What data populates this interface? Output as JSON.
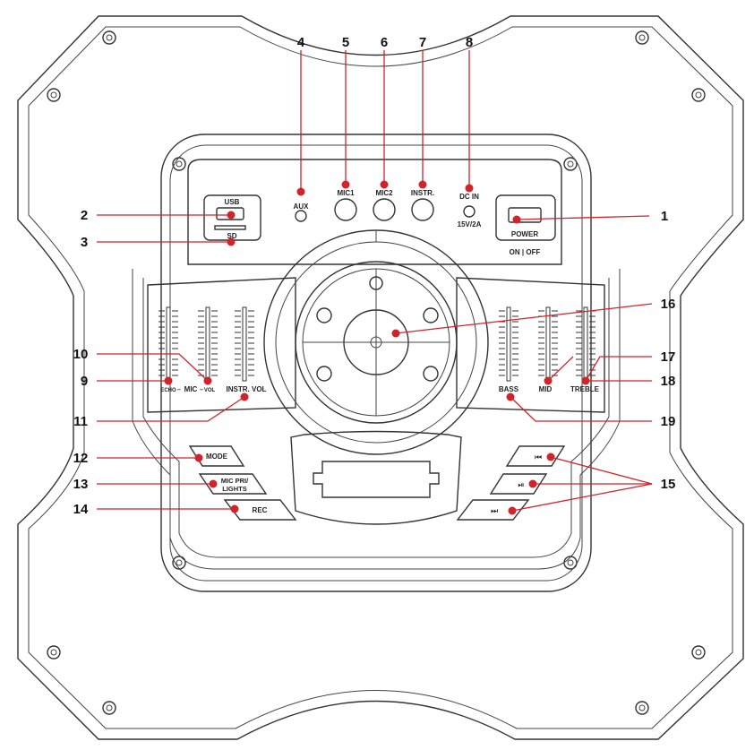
{
  "panel_labels": {
    "usb": "USB",
    "sd": "SD",
    "aux": "AUX",
    "mic1": "MIC1",
    "mic2": "MIC2",
    "instr": "INSTR.",
    "dc_in": "DC IN",
    "dc_rating": "15V/2A",
    "power": "POWER",
    "on_off": "ON  |  OFF",
    "echo": "ECHO",
    "mic": "MIC",
    "vol": "VOL",
    "instr_vol": "INSTR. VOL",
    "bass": "BASS",
    "mid": "MID",
    "treble": "TREBLE",
    "mode": "MODE",
    "mic_pri_1": "MIC PRI/",
    "mic_pri_2": "LIGHTS",
    "rec": "REC"
  },
  "callouts": {
    "n1": "1",
    "n2": "2",
    "n3": "3",
    "n4": "4",
    "n5": "5",
    "n6": "6",
    "n7": "7",
    "n8": "8",
    "n9": "9",
    "n10": "10",
    "n11": "11",
    "n12": "12",
    "n13": "13",
    "n14": "14",
    "n15": "15",
    "n16": "16",
    "n17": "17",
    "n18": "18",
    "n19": "19"
  },
  "colors": {
    "callout_red": "#d1232a",
    "line": "#333333"
  }
}
